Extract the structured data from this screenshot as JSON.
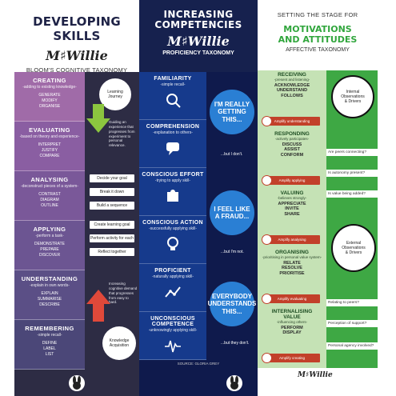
{
  "col1": {
    "title": "DEVELOPING SKILLS",
    "signature": "M♯Willie",
    "subtitle": "BLOOM'S COGNITIVE TAXONOMY",
    "levels": [
      {
        "name": "CREATING",
        "desc": "-adding to existing knowledge-",
        "verbs": "GENERATE\nMODIFY\nORGANISE",
        "color": "#a06ba8"
      },
      {
        "name": "EVALUATING",
        "desc": "-based on theory and experience-",
        "verbs": "INTERPRET\nJUSTIFY\nCOMPARE",
        "color": "#8a5ea2"
      },
      {
        "name": "ANALYSING",
        "desc": "-deconstruct pieces of a system-",
        "verbs": "CONTRAST\nDIAGRAM\nOUTLINE",
        "color": "#7a5899"
      },
      {
        "name": "APPLYING",
        "desc": "-perform a task-",
        "verbs": "DEMONSTRATE\nPREPARE\nDISCOVER",
        "color": "#6c5592"
      },
      {
        "name": "UNDERSTANDING",
        "desc": "-explain in own words-",
        "verbs": "EXPLAIN\nSUMMARISE\nDESCRIBE",
        "color": "#5b4f86"
      },
      {
        "name": "REMEMBERING",
        "desc": "-simple recall-",
        "verbs": "DEFINE\nLABEL\nLIST",
        "color": "#4b4778"
      }
    ],
    "circle_top": "Learning\nJourney",
    "circle_bottom": "Knowledge\nAcquisition",
    "guide_text": "Guiding an experience that progresses from experiment to personal relevance.",
    "demand_text": "Increasing cognitive demand that progresses from easy to hard.",
    "steps": [
      "Decide your goal",
      "Break it down",
      "Build a sequence",
      "Create learning goal",
      "Perform activity for each",
      "Reflect together"
    ]
  },
  "col2": {
    "title": "INCREASING\nCOMPETENCIES",
    "signature": "M♯Willie",
    "subtitle": "PROFICIENCY TAXONOMY",
    "levels": [
      {
        "name": "FAMILIARITY",
        "desc": "-simple recall-",
        "icon": "magnifier-icon"
      },
      {
        "name": "COMPREHENSION",
        "desc": "-explanation to others-",
        "icon": "speech-icon"
      },
      {
        "name": "CONSCIOUS EFFORT",
        "desc": "-trying to apply skill-",
        "icon": "puzzle-icon"
      },
      {
        "name": "CONSCIOUS ACTION",
        "desc": "-successfully applying skill-",
        "icon": "lightbulb-icon"
      },
      {
        "name": "PROFICIENT",
        "desc": "-naturally applying skill-",
        "icon": "graph-icon"
      },
      {
        "name": "UNCONSCIOUS\nCOMPETENCE",
        "desc": "-unknowingly applying skill-",
        "icon": "pulse-icon"
      }
    ],
    "bubbles": [
      {
        "text": "I'M REALLY\nGETTING\nTHIS...",
        "caption": "...but I don't."
      },
      {
        "text": "I FEEL LIKE\nA FRAUD...",
        "caption": "...but I'm not."
      },
      {
        "text": "EVERYBODY\nUNDERSTANDS\nTHIS...",
        "caption": "...but they don't."
      }
    ],
    "source": "SOURCE: GLORIA GREY"
  },
  "col3": {
    "pre": "SETTING THE STAGE FOR",
    "title": "MOTIVATIONS\nAND ATTITUDES",
    "subtitle": "AFFECTIVE TAXONOMY",
    "levels": [
      {
        "name": "RECEIVING",
        "desc": "-present and listening-",
        "verbs": "ACKNOWLEDGE\nUNDERSTAND\nFOLLOWS",
        "amp": "Amplify understanding"
      },
      {
        "name": "RESPONDING",
        "desc": "-actively participates-",
        "verbs": "DISCUSS\nASSIST\nCONFORM",
        "amp": "Amplify applying"
      },
      {
        "name": "VALUING",
        "desc": "-believes strongly-",
        "verbs": "APPRECIATE\nINVITE\nSHARE",
        "amp": "Amplify analysing"
      },
      {
        "name": "ORGANISING",
        "desc": "-prioritising in personal value system-",
        "verbs": "RELATE\nRESOLVE\nPRIORITISE",
        "amp": "Amplify evaluating"
      },
      {
        "name": "INTERNALISING\nVALUE",
        "desc": "-influencing others-",
        "verbs": "PERFORM\nDISPLAY",
        "amp": "Amplify creating"
      }
    ],
    "circle_top": "Internal\nObservations\n& Drivers",
    "circle_bottom": "External\nObservations\n& Drivers",
    "questions": [
      "Are peers connecting?",
      "Is autonomy present?",
      "Is value being added?",
      "Relating to peers?",
      "Perception of support?",
      "Personal agency involved?"
    ],
    "signature": "M♯Willie"
  }
}
